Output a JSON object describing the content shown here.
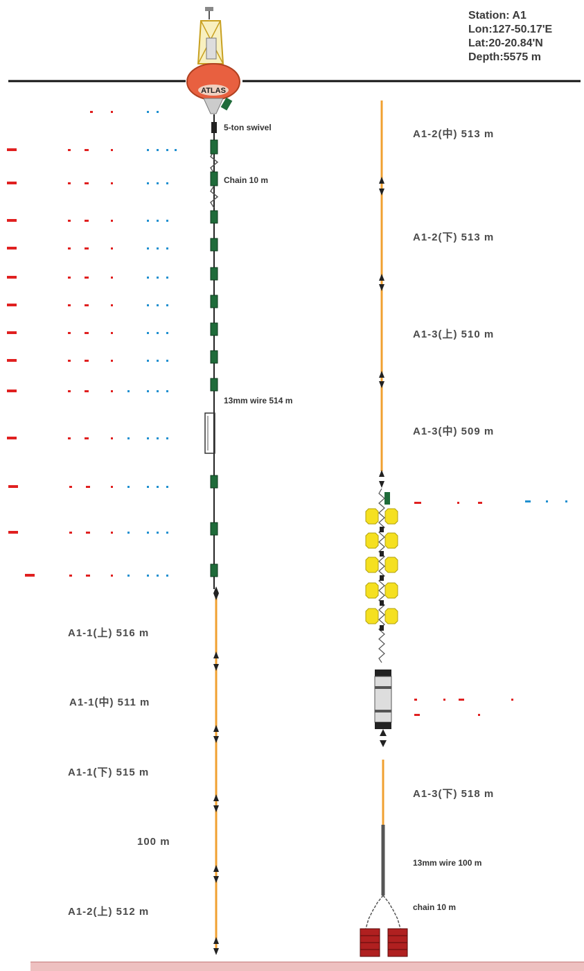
{
  "station": {
    "name": "Station: A1",
    "lon": "Lon:127-50.17'E",
    "lat": "Lat:20-20.84'N",
    "depth": "Depth:5575 m"
  },
  "buoy_label": "ATLAS",
  "left_line": {
    "swivel": "5-ton swivel",
    "chain": "Chain 10 m",
    "wire": "13mm wire 514 m",
    "segments": [
      "A1-1(上) 516 m",
      "A1-1(中) 511 m",
      "A1-1(下) 515 m",
      "100 m",
      "A1-2(上) 512 m"
    ]
  },
  "right_line": {
    "segments": [
      "A1-2(中) 513 m",
      "A1-2(下) 513 m",
      "A1-3(上) 510 m",
      "A1-3(中) 509 m",
      "A1-3(下) 518 m"
    ],
    "wire": "13mm wire 100 m",
    "chain": "chain 10 m"
  },
  "colors": {
    "rope": "#f0a030",
    "wire": "#222222",
    "instrument": "#1f6b3a",
    "float": "#f5e020",
    "anchor": "#b02020",
    "buoy": "#e86040",
    "sea_surface": "#111111",
    "seabed": "#e8b0b0",
    "red_text": "#e02020",
    "cyan_text": "#2090d0"
  }
}
